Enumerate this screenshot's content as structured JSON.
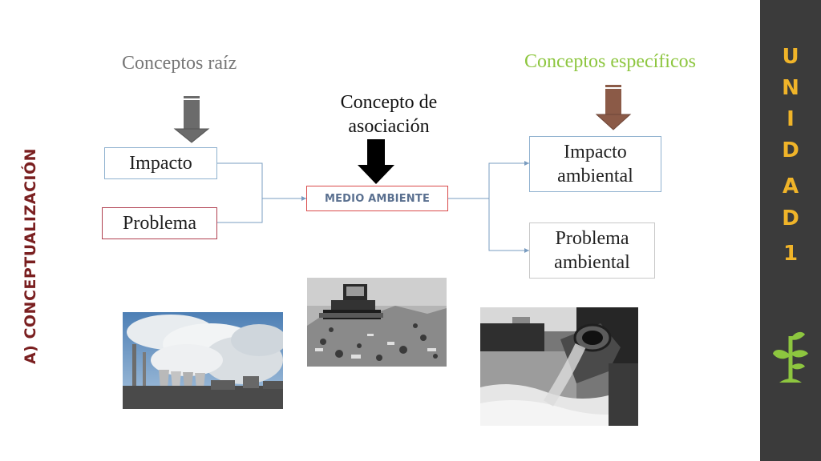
{
  "headings": {
    "root": "Conceptos raíz",
    "association": "Concepto de asociación",
    "specific": "Conceptos específicos"
  },
  "boxes": {
    "impacto": "Impacto",
    "problema": "Problema",
    "center": "MEDIO AMBIENTE",
    "impacto_ambiental": "Impacto ambiental",
    "problema_ambiental": "Problema ambiental"
  },
  "side_label": "A) CONCEPTUALIZACIÓN",
  "unidad": [
    "U",
    "N",
    "I",
    "D",
    "A",
    "D",
    "1"
  ],
  "colors": {
    "root_heading": "#777777",
    "specific_heading": "#8dc63f",
    "root_arrow": "#6b6b6b",
    "specific_arrow": "#8b5a47",
    "association_arrow": "#000000",
    "sidebar": "#3b3b3b",
    "unidad_text": "#f0b429",
    "plant_icon": "#8dc63f",
    "side_label": "#7a1f20"
  },
  "icons": [
    "down-arrow-icon",
    "plant-sprout-icon"
  ]
}
